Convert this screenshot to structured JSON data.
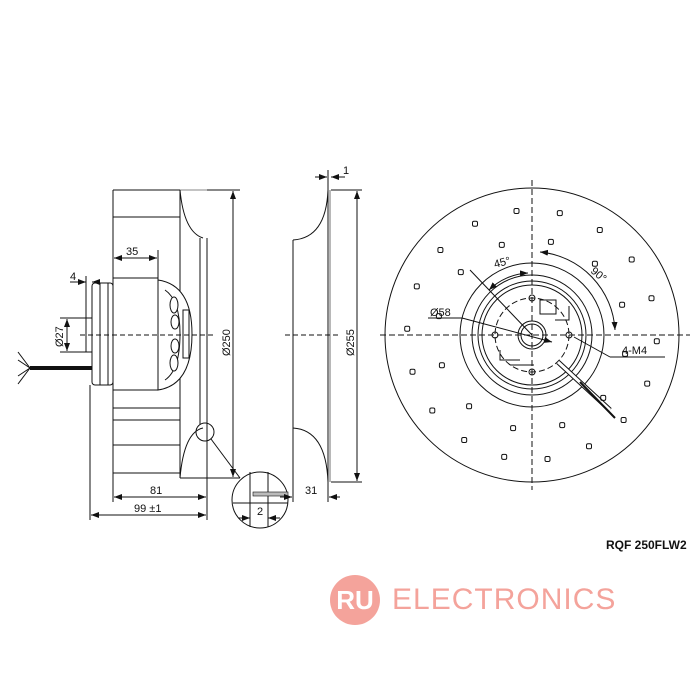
{
  "drawing": {
    "model": "RQF 250FLW2",
    "side_view": {
      "dim_shaft_len": "4",
      "dim_motor_width": "35",
      "dim_shaft_dia": "Ø27",
      "dim_impeller_dia": "Ø250",
      "dim_impeller_depth": "81",
      "dim_total_depth": "99 ±1",
      "dim_gap": "2"
    },
    "inlet_ring_view": {
      "dim_thickness": "1",
      "dim_ring_dia": "Ø255",
      "dim_ring_depth": "31"
    },
    "front_view": {
      "dim_bolt_circle": "Ø58",
      "angle_small": "45°",
      "angle_large": "90°",
      "dim_threads": "4-M4"
    }
  },
  "logo": {
    "badge": "RU",
    "text": "ELECTRONICS",
    "color": "#f4a39b"
  }
}
